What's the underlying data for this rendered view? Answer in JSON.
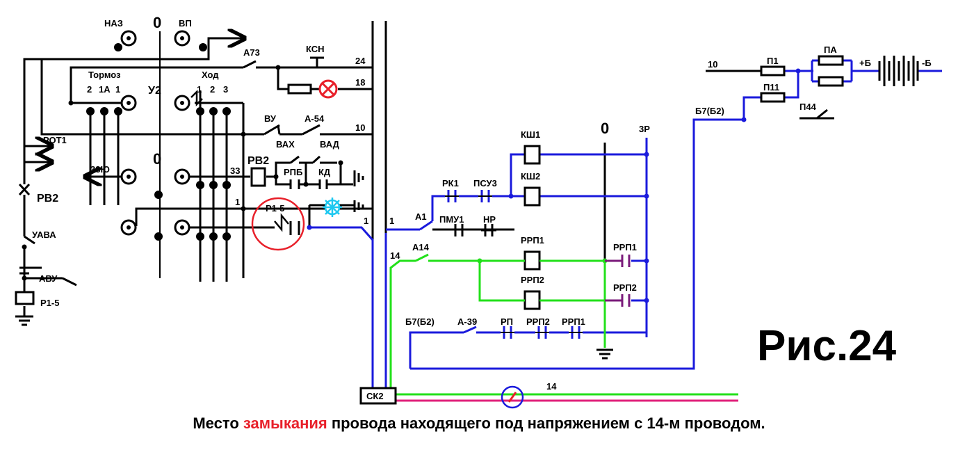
{
  "colors": {
    "wire": "#000000",
    "blue": "#1a1adc",
    "green": "#22e01a",
    "magenta": "#e0207a",
    "purple": "#7a1a7a",
    "red": "#e8202a",
    "cyan": "#1ec8f0"
  },
  "labels": {
    "naz": "НАЗ",
    "zero_top": "0",
    "vp": "ВП",
    "tormoz": "Тормоз",
    "khod": "Ход",
    "u2": "У2",
    "n_2": "2",
    "n_1a": "1А",
    "n_1": "1",
    "k_1": "1",
    "k_2": "2",
    "k_3": "3",
    "a73": "А73",
    "ksn": "КСН",
    "w24": "24",
    "w18": "18",
    "vu": "ВУ",
    "a54": "А-54",
    "w10": "10",
    "vax": "ВАХ",
    "vad": "ВАД",
    "rpb": "РПБ",
    "kd": "КД",
    "rv2_main": "РВ2",
    "w33": "33",
    "zero_mid": "0",
    "szyu": "33Ю",
    "w1a": "1",
    "w1b": "1",
    "w1c": "1",
    "r15_circle": "Р1-5",
    "rot1": "РОТ1",
    "rv2_left": "РВ2",
    "uava": "УАВА",
    "avu": "АВУ",
    "r15_left": "Р1-5",
    "a1": "А1",
    "rk1": "РК1",
    "psu3": "ПСУ3",
    "pmu1": "ПМУ1",
    "nr": "НР",
    "ksh1": "КШ1",
    "ksh2": "КШ2",
    "zero_right": "0",
    "zr": "3Р",
    "a14": "А14",
    "w14": "14",
    "rrp1_coil": "РРП1",
    "rrp2_coil": "РРП2",
    "rrp1_contact": "РРП1",
    "rrp2_contact": "РРП2",
    "b7b2_bottom": "Б7(Б2)",
    "a39": "А-39",
    "rp": "РП",
    "rrp2_small": "РРП2",
    "rrp1_small": "РРП1",
    "sk2": "СК2",
    "w14_bottom": "14",
    "w10_right": "10",
    "p1": "П1",
    "pa": "ПА",
    "plus_b": "+Б",
    "minus_b": "-Б",
    "p11": "П11",
    "p44": "П44",
    "b7b2_right": "Б7(Б2)",
    "figure": "Рис.24"
  },
  "caption": {
    "before": "Место ",
    "highlight": "замыкания",
    "after": "  провода находящего под напряжением с 14-м проводом."
  }
}
